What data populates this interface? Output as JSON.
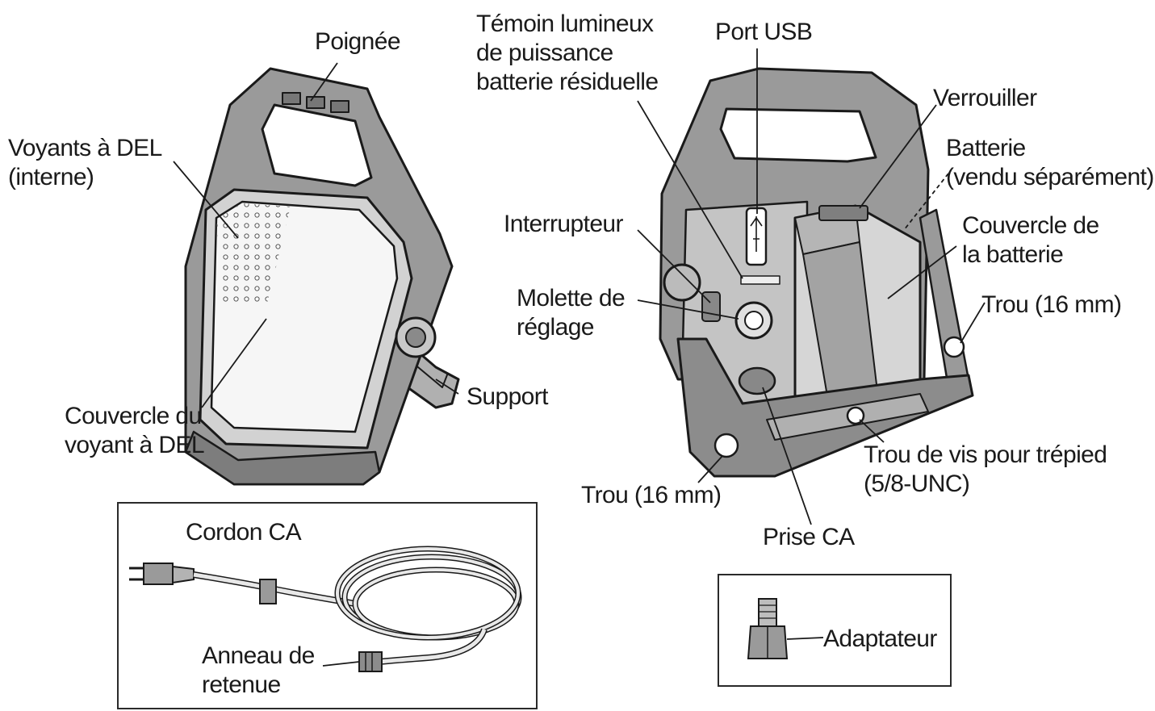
{
  "labels": {
    "poignee": "Poignée",
    "voyants": [
      "Voyants à DEL",
      "(interne)"
    ],
    "couvercle_voyant": [
      "Couvercle du",
      "voyant à DEL"
    ],
    "support": "Support",
    "temoin": [
      "Témoin lumineux",
      "de puissance",
      "batterie résiduelle"
    ],
    "port_usb": "Port USB",
    "verrouiller": "Verrouiller",
    "batterie": [
      "Batterie",
      "(vendu séparément)"
    ],
    "couvercle_batterie": [
      "Couvercle de",
      "la batterie"
    ],
    "interrupteur": "Interrupteur",
    "molette": [
      "Molette de",
      "réglage"
    ],
    "trou_right": "Trou (16 mm)",
    "trou_left": "Trou (16 mm)",
    "trou_vis": [
      "Trou de vis pour trépied",
      "(5/8-UNC)"
    ],
    "prise_ca": "Prise CA",
    "cordon_ca": "Cordon CA",
    "anneau": [
      "Anneau de",
      "retenue"
    ],
    "adaptateur": "Adaptateur"
  },
  "colors": {
    "outline": "#1a1a1a",
    "body_dark": "#8c8c8c",
    "body_mid": "#bdbdbd",
    "body_light": "#e3e3e3",
    "lens": "#f4f4f4"
  }
}
